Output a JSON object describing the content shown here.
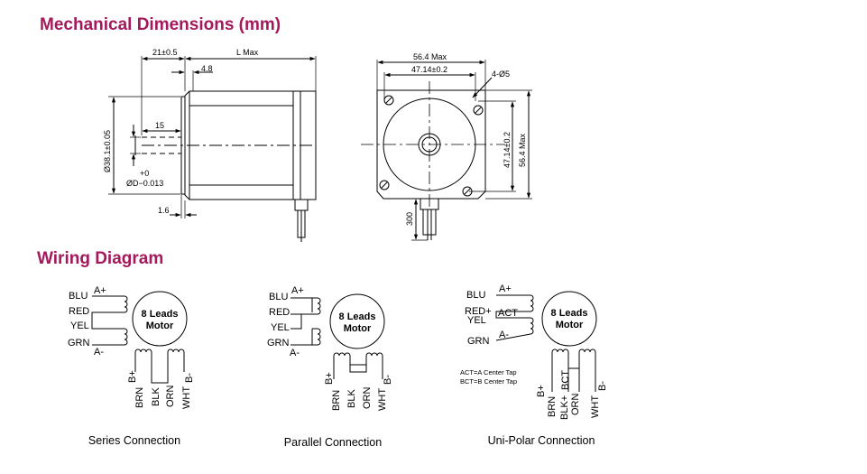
{
  "headings": {
    "mechanical": "Mechanical Dimensions (mm)",
    "wiring": "Wiring Diagram"
  },
  "side_view": {
    "dim_shaft_length": "21±0.5",
    "dim_body": "L Max",
    "dim_boss": "4.8",
    "dim_flat": "15",
    "dim_boss_dia": "Ø38.1±0.05",
    "dim_shaft_dia_main": "ØD−0.013",
    "dim_shaft_dia_tol": "+0",
    "dim_flange": "1.6"
  },
  "front_view": {
    "dim_outer": "56.4 Max",
    "dim_hole_pitch": "47.14±0.2",
    "dim_holes": "4-Ø5",
    "dim_hole_pitch_v": "47.14±0.2",
    "dim_outer_v": "56.4 Max",
    "dim_lead": "300"
  },
  "wiring": {
    "motor_line1": "8 Leads",
    "motor_line2": "Motor",
    "series": {
      "caption": "Series Connection",
      "left_wires": [
        "BLU",
        "RED",
        "YEL",
        "GRN"
      ],
      "phase_a_plus": "A+",
      "phase_a_minus": "A-",
      "phase_b_plus": "B+",
      "phase_b_minus": "B-",
      "bottom_wires": [
        "BRN",
        "BLK",
        "ORN",
        "WHT"
      ]
    },
    "parallel": {
      "caption": "Parallel Connection",
      "left_wires": [
        "BLU",
        "RED",
        "YEL",
        "GRN"
      ],
      "phase_a_plus": "A+",
      "phase_a_minus": "A-",
      "phase_b_plus": "B+",
      "phase_b_minus": "B-",
      "bottom_wires": [
        "BRN",
        "BLK",
        "ORN",
        "WHT"
      ]
    },
    "unipolar": {
      "caption": "Uni-Polar Connection",
      "left_wires": [
        "BLU",
        "RED+",
        "YEL",
        "GRN"
      ],
      "phase_a_plus": "A+",
      "act": "ACT",
      "phase_a_minus": "A-",
      "phase_b_plus": "B+",
      "bct": "BCT",
      "phase_b_minus": "B-",
      "bottom_wires": [
        "BRN",
        "BLK+",
        "ORN",
        "WHT"
      ],
      "note_act": "ACT=A Center Tap",
      "note_bct": "BCT=B Center Tap"
    }
  }
}
